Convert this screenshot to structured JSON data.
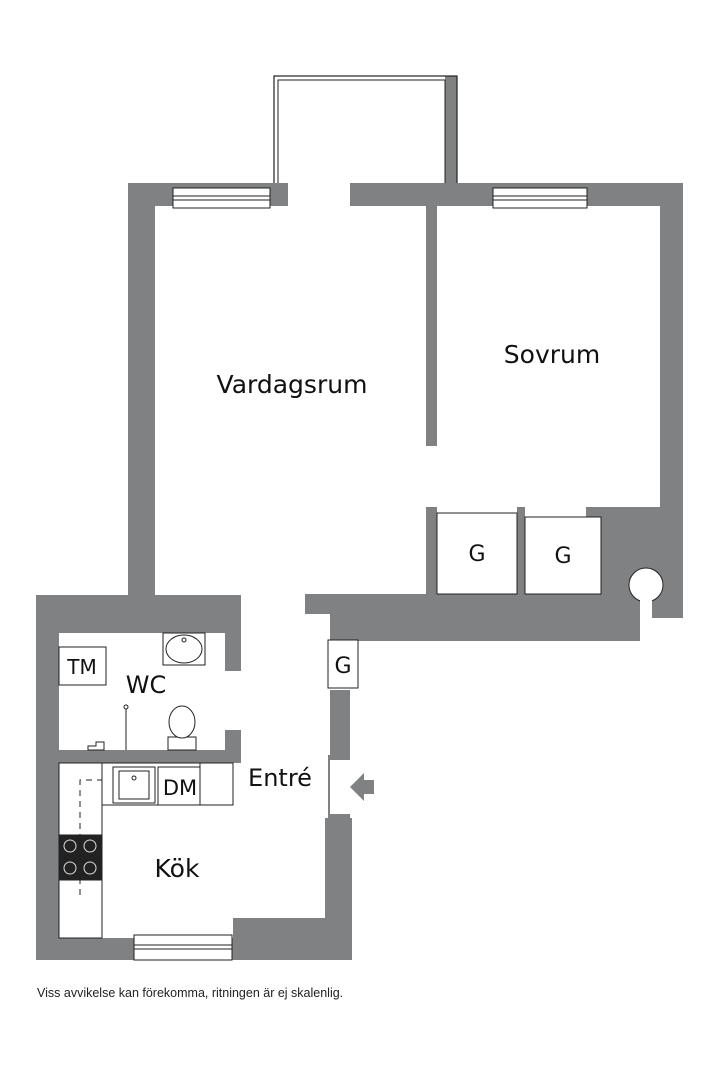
{
  "colors": {
    "wall": "#7f8182",
    "floor": "#ffffff",
    "line": "#222222",
    "stove": "#222222"
  },
  "rooms": {
    "vardagsrum": "Vardagsrum",
    "sovrum": "Sovrum",
    "wc": "WC",
    "entre": "Entré",
    "kok": "Kök"
  },
  "fixtures": {
    "wardrobe": "G",
    "laundry": "TM",
    "dishwasher": "DM"
  },
  "icons": [
    "entrance-arrow-icon",
    "window-icon",
    "balcony-icon",
    "sink-icon",
    "toilet-icon",
    "stove-icon",
    "shower-icon"
  ],
  "caption": "Viss avvikelse kan förekomma, ritningen är ej skalenlig."
}
